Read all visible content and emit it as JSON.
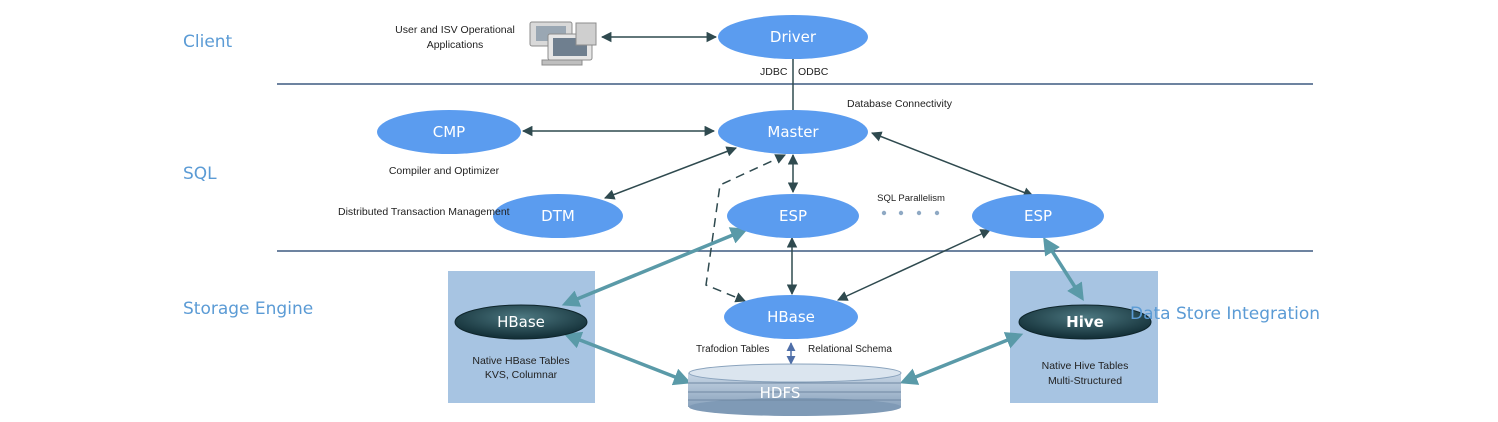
{
  "tiers": {
    "client": "Client",
    "sql": "SQL",
    "storage": "Storage Engine",
    "data_store": "Data Store Integration"
  },
  "nodes": {
    "driver": "Driver",
    "master": "Master",
    "cmp": "CMP",
    "dtm": "DTM",
    "esp_center": "ESP",
    "esp_right": "ESP",
    "hbase_center": "HBase",
    "hbase_native": "HBase",
    "hive": "Hive",
    "hdfs": "HDFS"
  },
  "labels": {
    "user_apps_line1": "User and ISV Operational",
    "user_apps_line2": "Applications",
    "jdbc": "JDBC",
    "odbc": "ODBC",
    "db_connectivity": "Database  Connectivity",
    "compiler": "Compiler and Optimizer",
    "transaction_mgmt": "Distributed Transaction Management",
    "sql_parallelism": "SQL Parallelism",
    "native_hbase_line1": "Native HBase Tables",
    "native_hbase_line2": "KVS, Columnar",
    "native_hive_line1": "Native Hive Tables",
    "native_hive_line2": "Multi-Structured",
    "trafodion_tables": "Trafodion Tables",
    "relational_schema": "Relational Schema"
  },
  "colors": {
    "node_blue": "#5b9cef",
    "tier_text": "#5b9bd5",
    "divider": "#3d5a80",
    "panel": "#a7c4e2",
    "dark_node": "#1f4048",
    "teal_arrow": "#5a9aa8",
    "dark_arrow": "#2f4a4f"
  }
}
